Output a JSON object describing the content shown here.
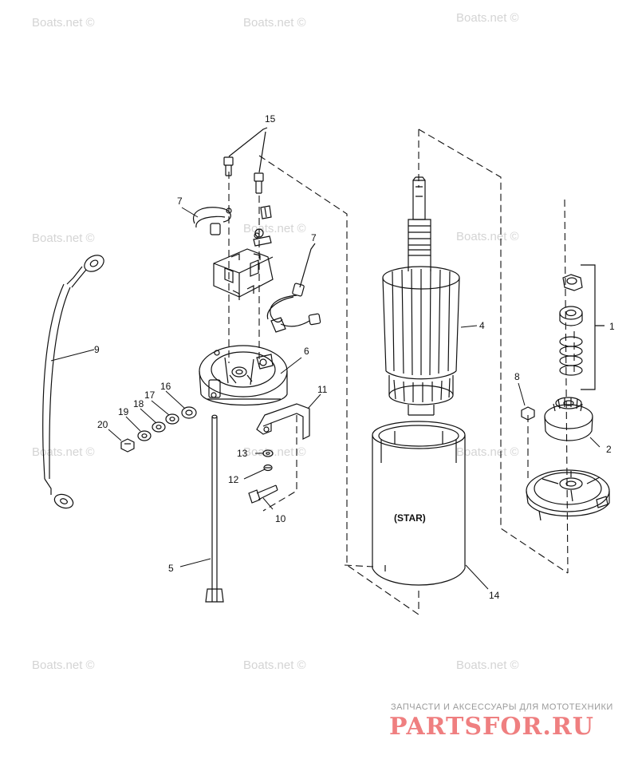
{
  "watermarks": [
    "Boats.net ©",
    "Boats.net ©",
    "Boats.net ©",
    "Boats.net ©",
    "Boats.net ©",
    "Boats.net ©",
    "Boats.net ©",
    "Boats.net ©",
    "Boats.net ©",
    "Boats.net ©",
    "Boats.net ©",
    "Boats.net ©"
  ],
  "callouts": [
    "1",
    "2",
    "4",
    "5",
    "6",
    "7",
    "7",
    "8",
    "9",
    "10",
    "11",
    "12",
    "13",
    "14",
    "15",
    "16",
    "17",
    "18",
    "19",
    "20"
  ],
  "housing_label": "(STAR)",
  "brand": {
    "tagline": "ЗАПЧАСТИ И АКСЕССУАРЫ ДЛЯ МОТОТЕХНИКИ",
    "logo": "PARTSFOR.RU",
    "logo_color": "#ef7f80"
  }
}
